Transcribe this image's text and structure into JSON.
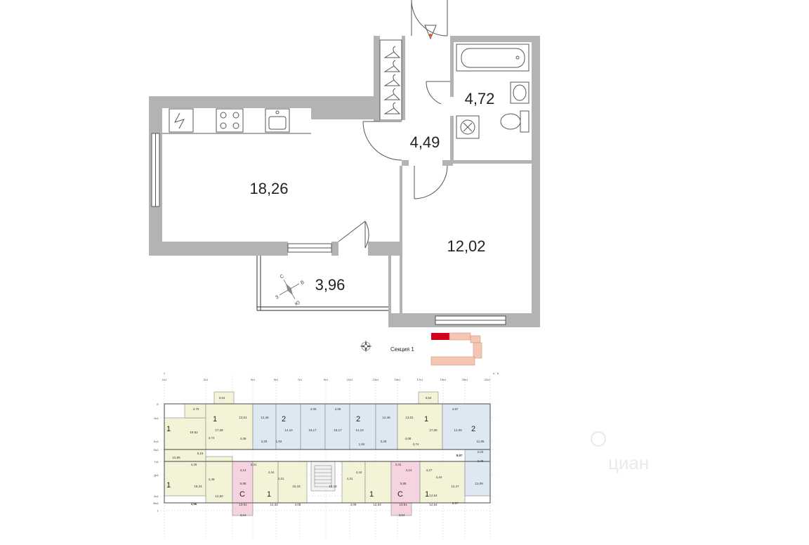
{
  "rooms": [
    {
      "id": "kitchen-living",
      "area": "18,26"
    },
    {
      "id": "bathroom",
      "area": "4,72"
    },
    {
      "id": "hallway",
      "area": "4,49"
    },
    {
      "id": "bedroom",
      "area": "12,02"
    },
    {
      "id": "balcony",
      "area": "3,96"
    }
  ],
  "compass_letters": [
    "С",
    "В",
    "Ю",
    "З"
  ],
  "section_label": "Секция 1",
  "watermark": "циан",
  "floor_plan_labels": {
    "top_strip": [
      "3,64",
      "4,70",
      "13,01",
      "12,46",
      "4,09",
      "4,09",
      "12,46",
      "13,01",
      "3,64",
      "4,97"
    ],
    "apartments_top": [
      {
        "rooms": "1",
        "areas": [
          "17,08",
          "3,74",
          "4,08"
        ]
      },
      {
        "rooms": "2",
        "areas": [
          "14,10",
          "3,28",
          "1,92"
        ]
      },
      {
        "rooms": "2",
        "areas": [
          "14,10",
          "1,92",
          "3,28"
        ]
      },
      {
        "rooms": "1",
        "areas": [
          "17,08",
          "4,08",
          "3,74"
        ]
      },
      {
        "rooms": "2",
        "areas": [
          "12,09",
          "11,95",
          "2,03"
        ]
      }
    ],
    "left_column": [
      "18,52",
      "5,16",
      "12,85",
      "4,26",
      "4,49",
      "18,34",
      "3,96"
    ],
    "corridor_mid": [
      "15,17",
      "15,17",
      "9,87",
      "3,49"
    ],
    "apartments_bottom": [
      {
        "rooms": "С",
        "areas": [
          "4,14",
          "3,31",
          "5,88",
          "13,91"
        ]
      },
      {
        "rooms": "1",
        "areas": [
          "4,44",
          "4,31",
          "12,33",
          "15,18"
        ]
      },
      {
        "rooms": "1",
        "areas": [
          "4,44",
          "4,31",
          "12,63",
          "15,18"
        ]
      },
      {
        "rooms": "С",
        "areas": [
          "4,14",
          "3,31",
          "5,88",
          "13,91"
        ]
      },
      {
        "rooms": "1",
        "areas": [
          "4,27",
          "4,24",
          "12,47",
          "12,64"
        ]
      }
    ],
    "bottom_strip": [
      "3,96",
      "12,50",
      "3,64",
      "4,08",
      "4,09",
      "3,64",
      "12,64",
      "3,97"
    ],
    "right_column": [
      "12,09",
      "9,87"
    ],
    "axis_top": [
      "1",
      "1с1",
      "2с1",
      "3с1",
      "5с1",
      "7с1",
      "9с1",
      "11с1",
      "13с1",
      "15с1",
      "17с1",
      "19с1",
      "20с1",
      "21с1",
      "22с1",
      "4",
      "5"
    ],
    "axis_left": [
      "Е",
      "Кс1",
      "Бс1",
      "Вс1",
      "Гс1",
      "Дс1",
      "Ас1",
      "Жс1",
      "Г"
    ]
  }
}
